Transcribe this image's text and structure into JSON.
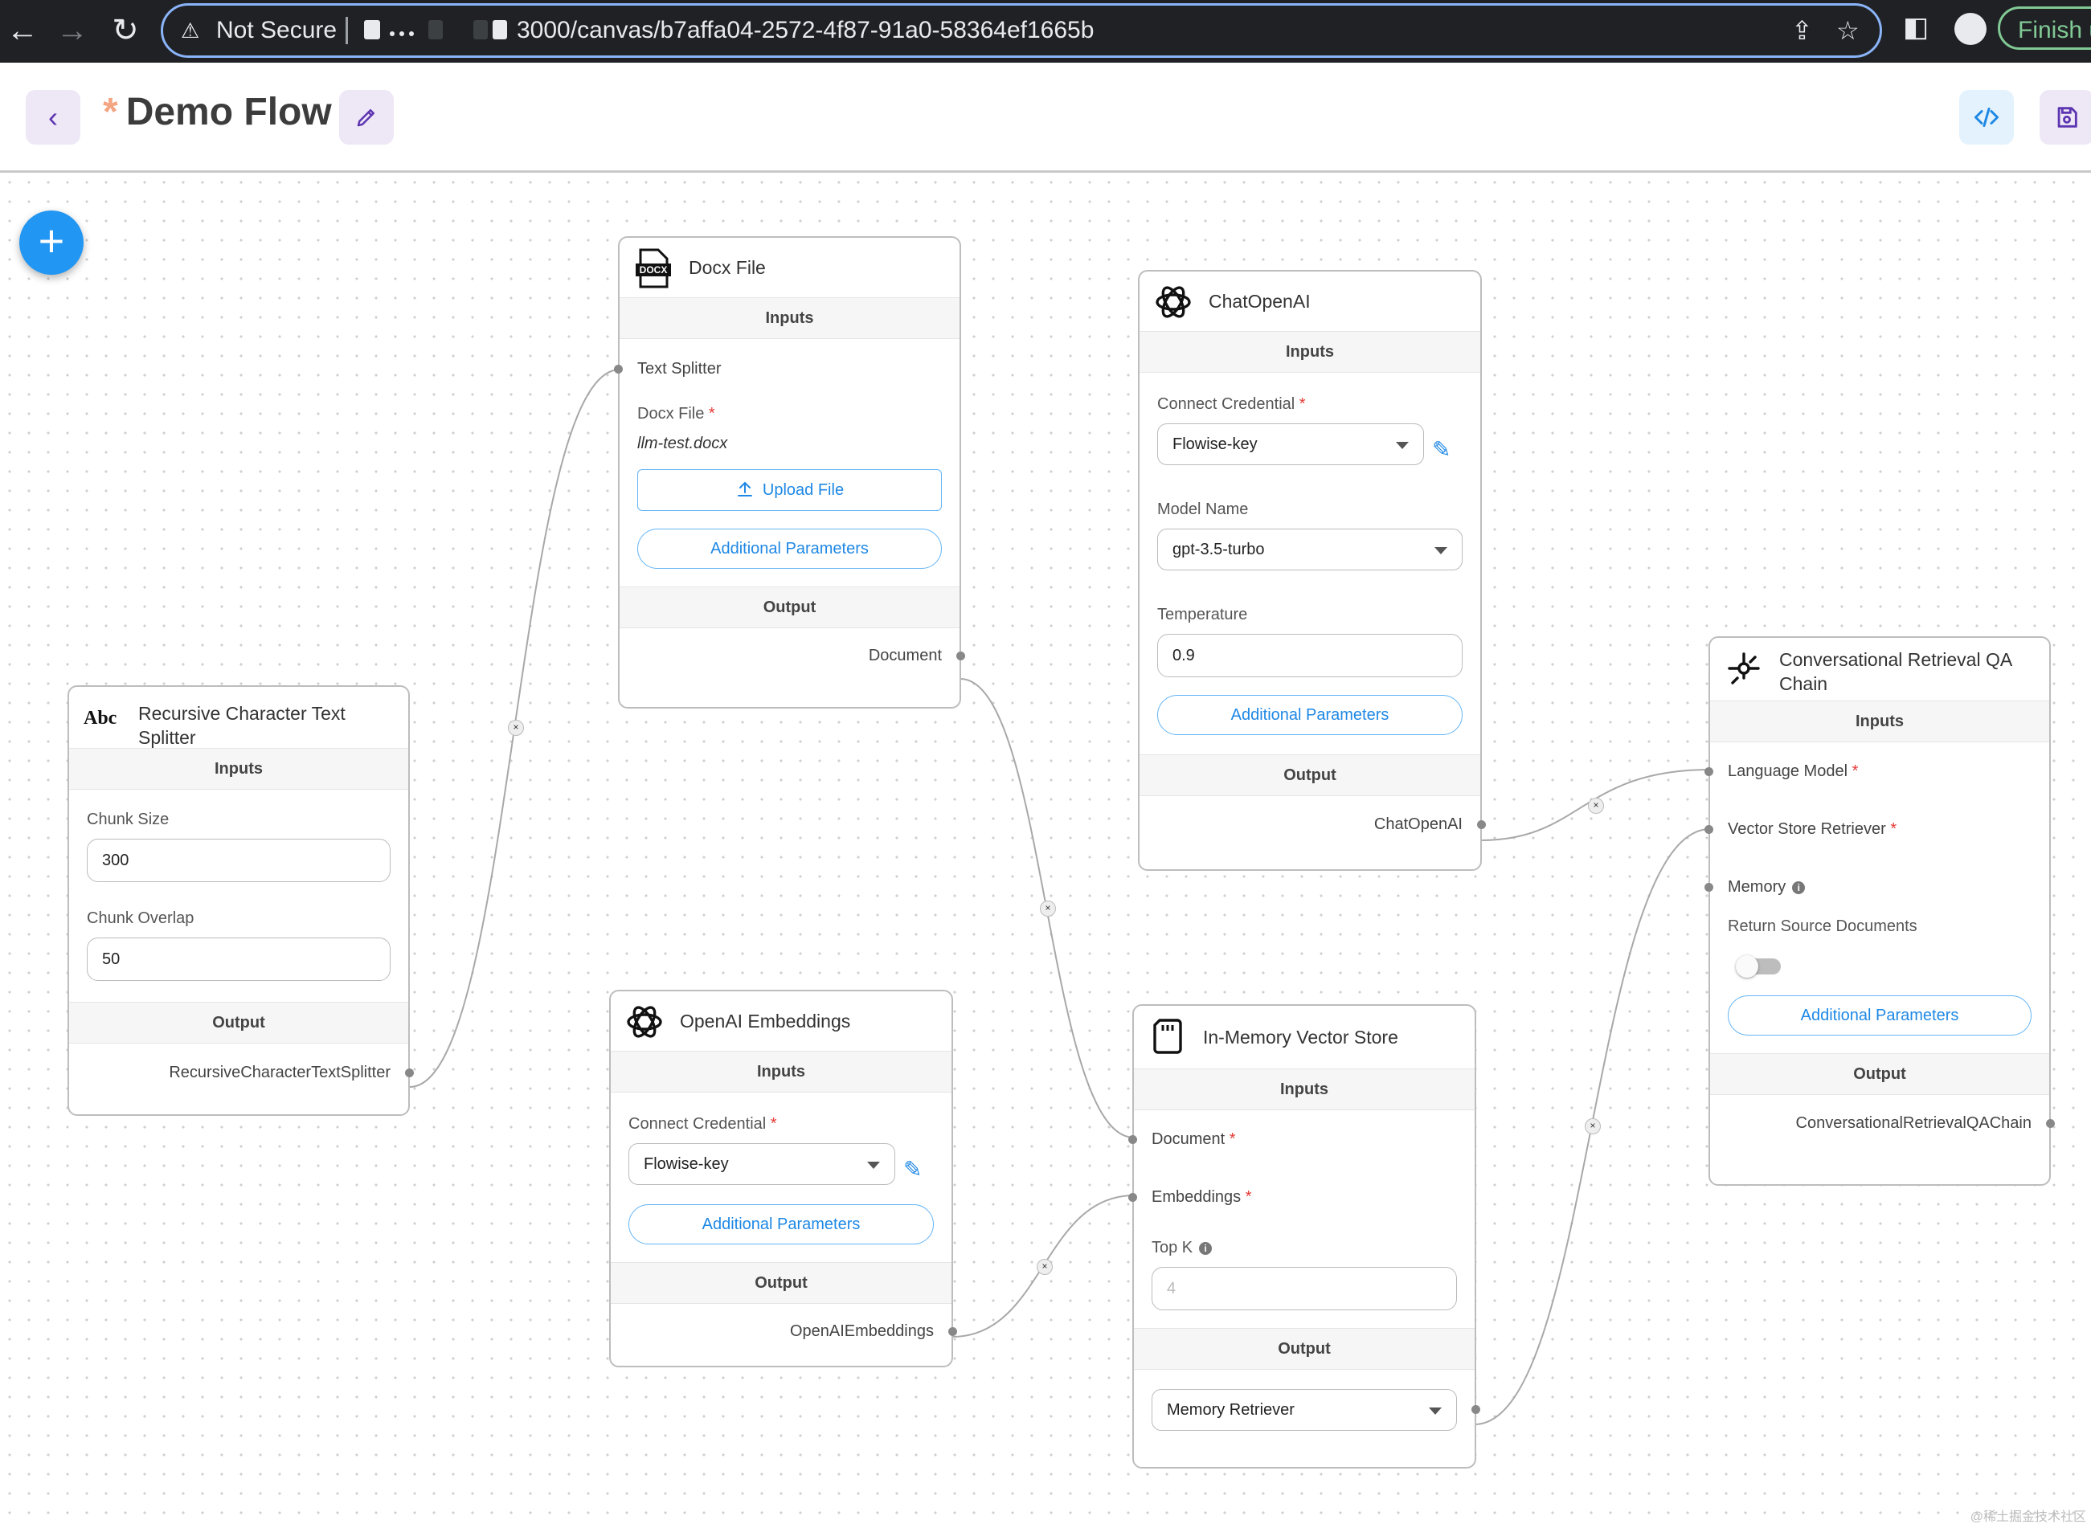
{
  "browser": {
    "security_label": "Not Secure",
    "url": "3000/canvas/b7affa04-2572-4f87-91a0-58364ef1665b",
    "finish_label": "Finish u"
  },
  "header": {
    "modified_marker": "*",
    "title": "Demo Flow"
  },
  "nodes": {
    "splitter": {
      "title": "Recursive Character Text Splitter",
      "inputs_label": "Inputs",
      "chunk_size_label": "Chunk Size",
      "chunk_size_value": "300",
      "chunk_overlap_label": "Chunk Overlap",
      "chunk_overlap_value": "50",
      "output_label": "Output",
      "output_name": "RecursiveCharacterTextSplitter"
    },
    "docx": {
      "title": "Docx File",
      "icon_text": "DOCX",
      "inputs_label": "Inputs",
      "text_splitter_label": "Text Splitter",
      "file_label": "Docx File",
      "file_value": "llm-test.docx",
      "upload_label": "Upload File",
      "additional_label": "Additional Parameters",
      "output_label": "Output",
      "output_name": "Document"
    },
    "chat": {
      "title": "ChatOpenAI",
      "inputs_label": "Inputs",
      "credential_label": "Connect Credential",
      "credential_value": "Flowise-key",
      "model_label": "Model Name",
      "model_value": "gpt-3.5-turbo",
      "temperature_label": "Temperature",
      "temperature_value": "0.9",
      "additional_label": "Additional Parameters",
      "output_label": "Output",
      "output_name": "ChatOpenAI"
    },
    "embeddings": {
      "title": "OpenAI Embeddings",
      "inputs_label": "Inputs",
      "credential_label": "Connect Credential",
      "credential_value": "Flowise-key",
      "additional_label": "Additional Parameters",
      "output_label": "Output",
      "output_name": "OpenAIEmbeddings"
    },
    "vector": {
      "title": "In-Memory Vector Store",
      "inputs_label": "Inputs",
      "document_label": "Document",
      "embeddings_label": "Embeddings",
      "topk_label": "Top K",
      "topk_placeholder": "4",
      "output_label": "Output",
      "output_value": "Memory Retriever"
    },
    "qa": {
      "title": "Conversational Retrieval QA Chain",
      "inputs_label": "Inputs",
      "llm_label": "Language Model",
      "retriever_label": "Vector Store Retriever",
      "memory_label": "Memory",
      "return_source_label": "Return Source Documents",
      "return_source_enabled": false,
      "additional_label": "Additional Parameters",
      "output_label": "Output",
      "output_name": "ConversationalRetrievalQAChain"
    }
  },
  "required_marker": "*",
  "info_glyph": "i",
  "edge_delete_glyph": "×",
  "watermark": "@稀土掘金技术社区",
  "icons": [
    "back-arrow-icon",
    "forward-arrow-icon",
    "reload-icon",
    "warning-icon",
    "share-icon",
    "star-icon",
    "sidebar-icon",
    "profile-icon",
    "chevron-left-icon",
    "pencil-icon",
    "code-icon",
    "save-icon",
    "plus-icon",
    "openai-icon",
    "docx-icon",
    "abc-icon",
    "sd-card-icon",
    "chain-icon",
    "upload-icon",
    "info-icon"
  ],
  "colors": {
    "accent_blue": "#1e88e5",
    "fab_blue": "#2196f3",
    "header_button_purple_bg": "#ede7f6",
    "required_red": "#e53935",
    "edge_gray": "#a8a8a8",
    "modified_star": "#f4a582"
  }
}
